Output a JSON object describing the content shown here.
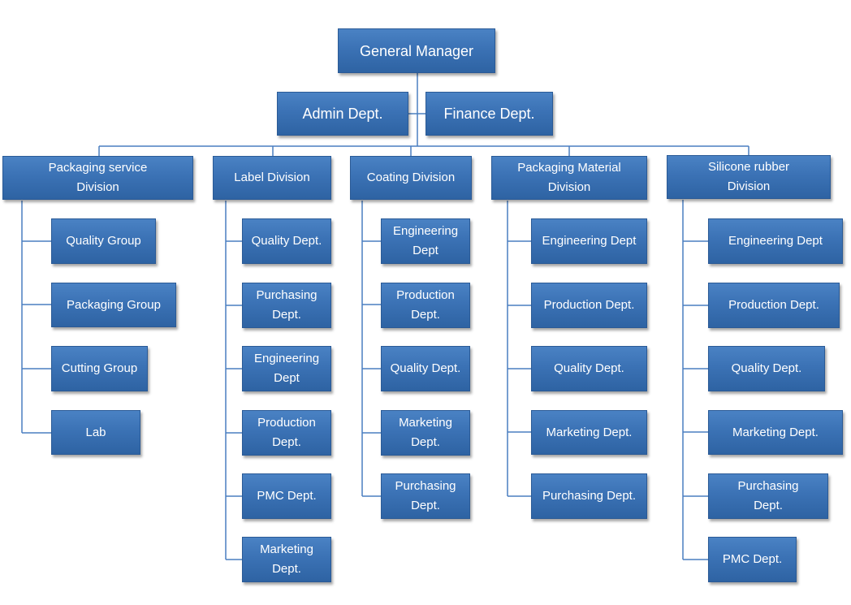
{
  "chart": {
    "general_manager": "General Manager",
    "admin": "Admin Dept.",
    "finance": "Finance Dept.",
    "divisions": [
      {
        "name": "Packaging service Division",
        "children": [
          "Quality Group",
          "Packaging Group",
          "Cutting Group",
          "Lab"
        ]
      },
      {
        "name": "Label Division",
        "children": [
          "Quality Dept.",
          "Purchasing Dept.",
          "Engineering Dept",
          "Production Dept.",
          "PMC Dept.",
          "Marketing Dept."
        ]
      },
      {
        "name": "Coating Division",
        "children": [
          "Engineering Dept",
          "Production Dept.",
          "Quality Dept.",
          "Marketing Dept.",
          "Purchasing Dept."
        ]
      },
      {
        "name": "Packaging Material Division",
        "children": [
          "Engineering Dept",
          "Production Dept.",
          "Quality Dept.",
          "Marketing Dept.",
          "Purchasing Dept."
        ]
      },
      {
        "name": "Silicone rubber Division",
        "children": [
          "Engineering Dept",
          "Production Dept.",
          "Quality Dept.",
          "Marketing Dept.",
          "Purchasing Dept.",
          "PMC Dept."
        ]
      }
    ]
  },
  "colors": {
    "box": "#3b72b5",
    "line": "#4a7fc1",
    "text": "#ffffff"
  }
}
